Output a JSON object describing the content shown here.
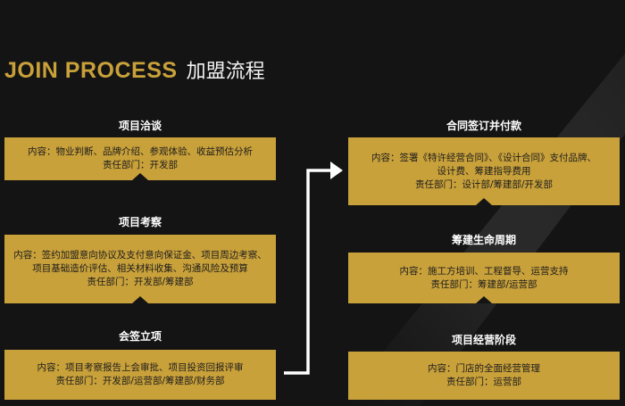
{
  "header": {
    "title_en": "JOIN PROCESS",
    "title_cn": "加盟流程"
  },
  "colors": {
    "background": "#141414",
    "gold": "#c9a13a",
    "text_dark": "#1d1d1d",
    "title_white": "#ffffff"
  },
  "left_steps": [
    {
      "title": "项目洽谈",
      "lines": [
        "内容：物业判断、品牌介绍、参观体验、收益预估分析",
        "责任部门：开发部"
      ]
    },
    {
      "title": "项目考察",
      "lines": [
        "内容：签约加盟意向协议及支付意向保证金、项目周边考察、",
        "项目基础造价评估、相关材料收集、沟通风险及预算",
        "责任部门：开发部/筹建部"
      ]
    },
    {
      "title": "会签立项",
      "lines": [
        "内容：项目考察报告上会审批、项目投资回报评审",
        "责任部门：开发部/运营部/筹建部/财务部"
      ]
    }
  ],
  "right_steps": [
    {
      "title": "合同签订并付款",
      "lines": [
        "内容：签署《特许经营合同》、《设计合同》支付品牌、",
        "设计费、筹建指导费用",
        "责任部门：设计部/筹建部/开发部"
      ]
    },
    {
      "title": "筹建生命周期",
      "lines": [
        "内容：施工方培训、工程督导、运营支持",
        "责任部门：筹建部/运营部"
      ]
    },
    {
      "title": "项目经营阶段",
      "lines": [
        "内容：门店的全面经营管理",
        "责任部门：运营部"
      ]
    }
  ]
}
